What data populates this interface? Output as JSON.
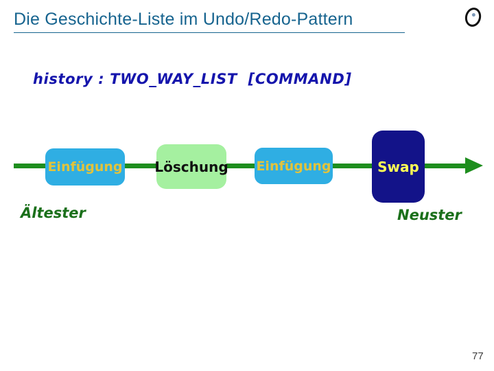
{
  "slide": {
    "title": "Die Geschichte-Liste im Undo/Redo-Pattern",
    "page_number": "77"
  },
  "declaration": {
    "text": "history : TWO_WAY_LIST  [COMMAND]"
  },
  "diagram": {
    "nodes": [
      {
        "label": "Einfügung",
        "type": "insertion"
      },
      {
        "label": "Löschung",
        "type": "deletion"
      },
      {
        "label": "Einfügung",
        "type": "insertion"
      },
      {
        "label": "Swap",
        "type": "swap"
      }
    ],
    "start_label": "Ältester",
    "end_label": "Neuster",
    "arrow_direction": "left-to-right"
  },
  "colors": {
    "title_blue": "#17648F",
    "declaration_navy": "#1515AC",
    "arrow_green": "#1E8E1E",
    "label_green": "#1B701B",
    "node_insertion_bg": "#2FAEE3",
    "node_insertion_text": "#E2C33C",
    "node_deletion_bg": "#A5F0A0",
    "node_deletion_text": "#111111",
    "node_swap_bg": "#131389",
    "node_swap_text": "#FFFF55",
    "page_gray": "#3C3C3C",
    "logo_outline": "#111111",
    "logo_dot": "#7B98B8"
  }
}
